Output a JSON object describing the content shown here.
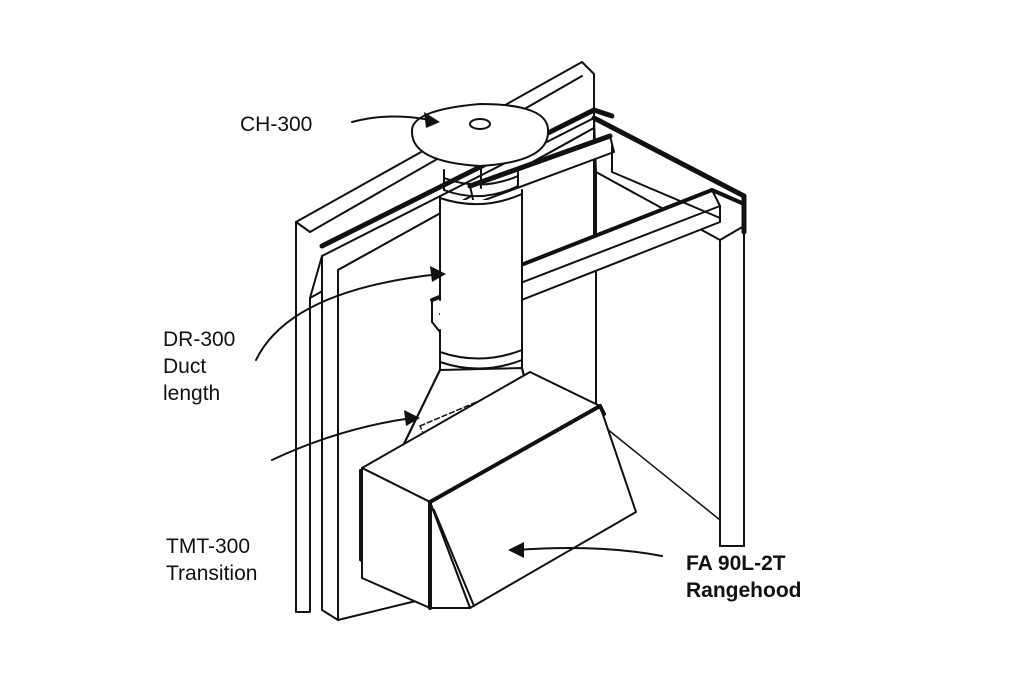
{
  "labels": {
    "ch300": "CH-300",
    "dr300": {
      "line1": "DR-300",
      "line2": "Duct",
      "line3": "length"
    },
    "tmt300": {
      "line1": "TMT-300",
      "line2": "Transition"
    },
    "rangehood": {
      "line1": "FA 90L-2T",
      "line2": "Rangehood"
    }
  }
}
